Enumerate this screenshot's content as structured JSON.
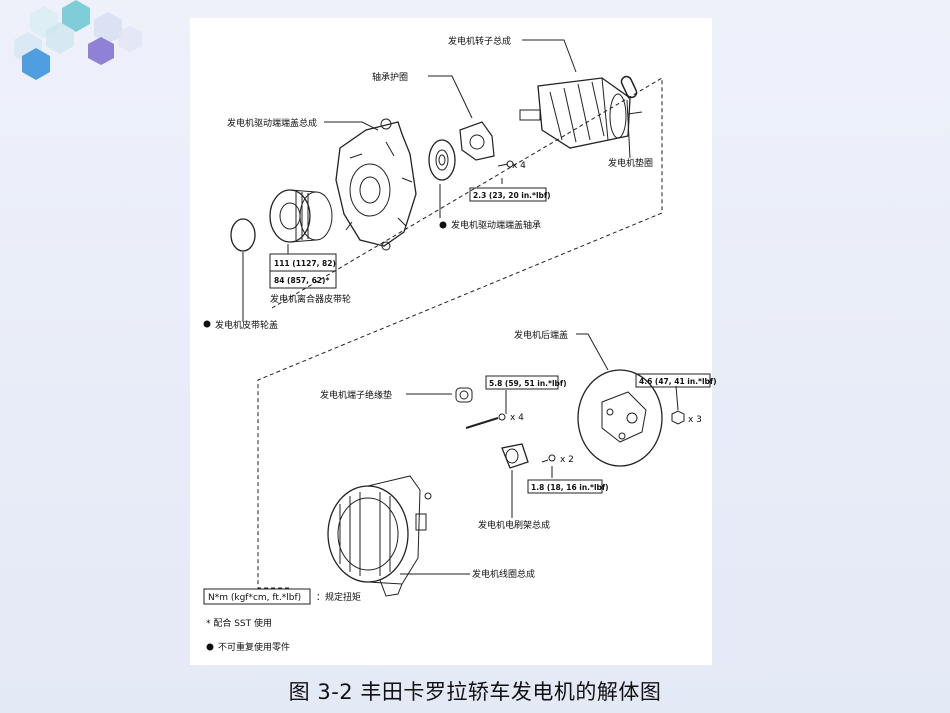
{
  "colors": {
    "accent_hex1": "#7ecdd9",
    "accent_hex2": "#4f9fe0",
    "accent_hex3": "#8f82d6",
    "line": "#222222"
  },
  "labels": {
    "rotor": "发电机转子总成",
    "bearing_retainer": "轴承护圈",
    "drive_frame": "发电机驱动端端盖总成",
    "gasket": "发电机垫圈",
    "drive_bearing": "发电机驱动端端盖轴承",
    "pulley": "发电机离合器皮带轮",
    "pulley_cover": "发电机皮带轮盖",
    "rear_cover": "发电机后端盖",
    "terminal_insulator": "发电机端子绝缘垫",
    "brush_holder": "发电机电刷架总成",
    "coil": "发电机线圈总成"
  },
  "torque": {
    "t1": "2.3 (23, 20  in.*lbf)",
    "t2a": "111 (1127, 82)",
    "t2b": "84 (857, 62)*",
    "t3": "5.8 (59, 51  in.*lbf)",
    "t4": "4.6 (47, 41  in.*lbf)",
    "t5": "1.8 (18, 16  in.*lbf)"
  },
  "qty": {
    "q1": "x 4",
    "q2": "x 4",
    "q3": "x 3",
    "q4": "x 2"
  },
  "legend": {
    "unit_box": "N*m (kgf*cm, ft.*lbf)",
    "unit_desc": "：规定扭矩",
    "sst": "* 配合 SST 使用",
    "nonreuse": "不可重复使用零件"
  },
  "caption": "图 3-2   丰田卡罗拉轿车发电机的解体图"
}
